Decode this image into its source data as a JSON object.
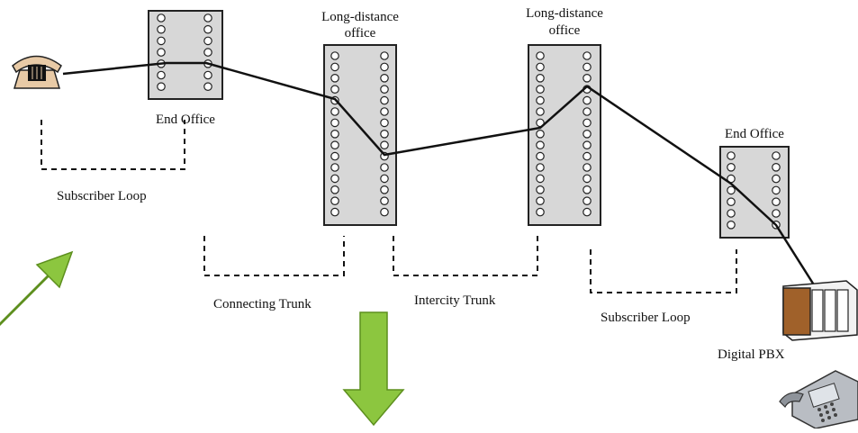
{
  "labels": {
    "end_office_left": "End Office",
    "long_distance_left_line1": "Long-distance",
    "long_distance_left_line2": "office",
    "long_distance_right_line1": "Long-distance",
    "long_distance_right_line2": "office",
    "end_office_right": "End Office",
    "subscriber_loop_left": "Subscriber Loop",
    "connecting_trunk": "Connecting Trunk",
    "intercity_trunk": "Intercity Trunk",
    "subscriber_loop_right": "Subscriber Loop",
    "digital_pbx": "Digital PBX"
  },
  "icons": {
    "telephone_left": "telephone-icon",
    "pbx_cabinet": "pbx-cabinet-icon",
    "desk_phone": "desk-phone-icon"
  },
  "colors": {
    "box_fill": "#d7d7d7",
    "arrow_fill": "#8cc63f",
    "arrow_stroke": "#5d8f1e",
    "pbx_wood": "#a0612a"
  }
}
